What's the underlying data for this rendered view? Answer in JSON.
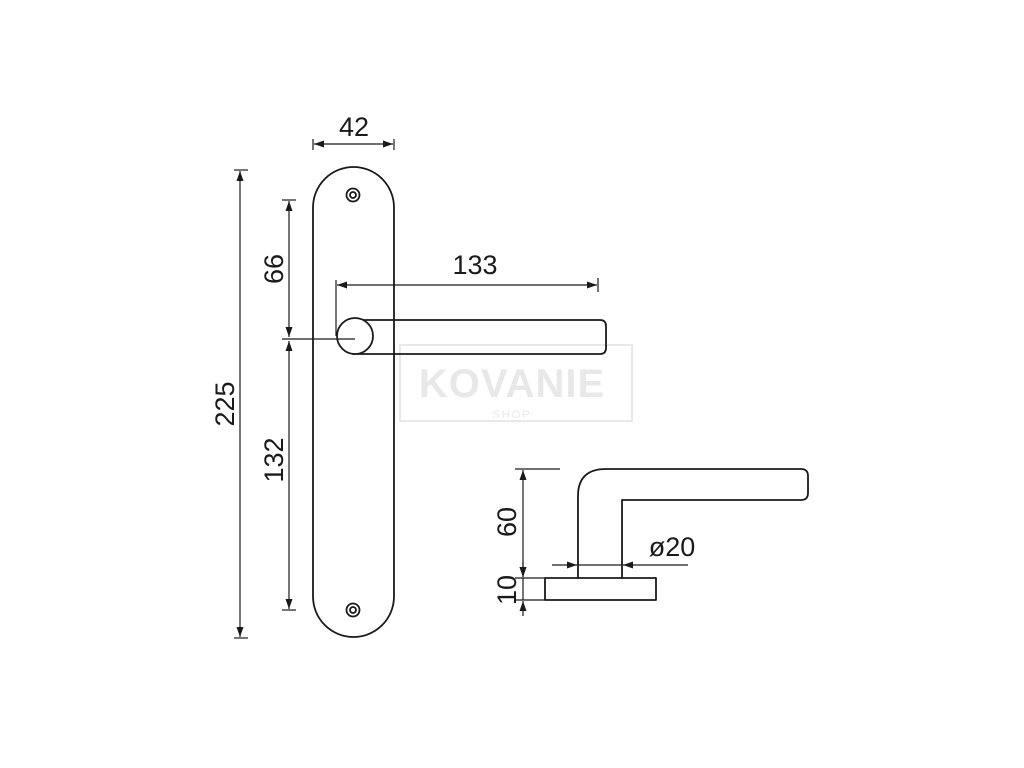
{
  "dimensions": {
    "plate_width": "42",
    "handle_length": "133",
    "spindle_to_top_screw": "66",
    "spindle_to_bottom_screw": "132",
    "plate_height": "225",
    "handle_height": "60",
    "rosette_thickness": "10",
    "handle_diameter": "ø20"
  },
  "watermark": {
    "brand": "KOVANIE",
    "sub": "SHOP"
  },
  "colors": {
    "line": "#1a1a1a",
    "watermark": "#e6e6e6"
  }
}
